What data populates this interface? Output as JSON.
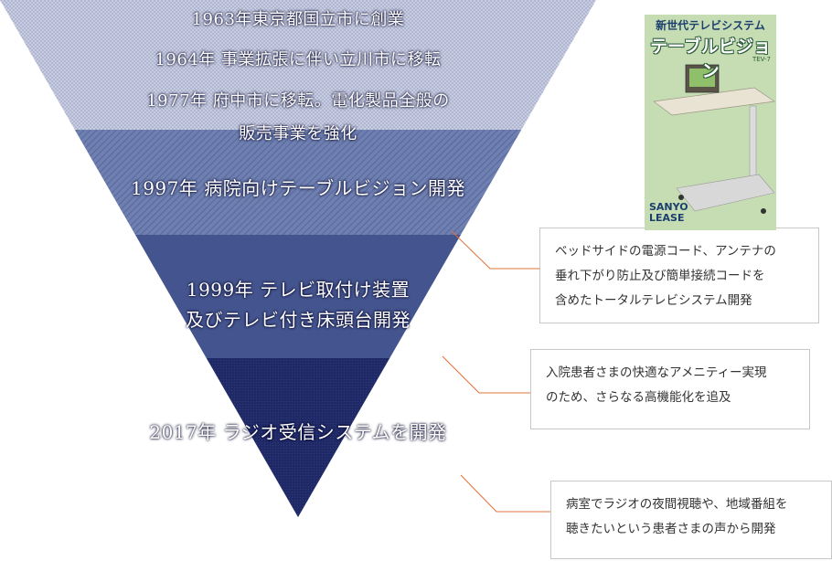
{
  "timeline": {
    "line1": "1963年東京都国立市に創業",
    "line2": "1964年 事業拡張に伴い立川市に移転",
    "line3a": "1977年 府中市に移転。電化製品全般の",
    "line3b": "販売事業を強化",
    "line4": "1997年 病院向けテーブルビジョン開発",
    "line5a": "1999年 テレビ取付け装置",
    "line5b": "及びテレビ付き床頭台開発",
    "line6": "2017年 ラジオ受信システムを開発"
  },
  "notes": {
    "n1": [
      "ベッドサイドの電源コード、アンテナの",
      "垂れ下がり防止及び簡単接続コードを",
      "含めたトータルテレビシステム開発"
    ],
    "n2": [
      "入院患者さまの快適なアメニティー実現",
      "のため、さらなる高機能化を追及"
    ],
    "n3": [
      "病室でラジオの夜間視聴や、地域番組を",
      "聴きたいという患者さまの声から開発"
    ]
  },
  "poster": {
    "header": "新世代テレビシステム",
    "title": "テーブルビジョン",
    "model": "TEV-7",
    "brand_top": "SANYO",
    "brand_bottom": "LEASE"
  },
  "colors": {
    "tier1": "#c3c9dc",
    "tier2": "#6d7eae",
    "tier3": "#44548e",
    "tier4": "#202a68",
    "leader": "#e0703a"
  }
}
